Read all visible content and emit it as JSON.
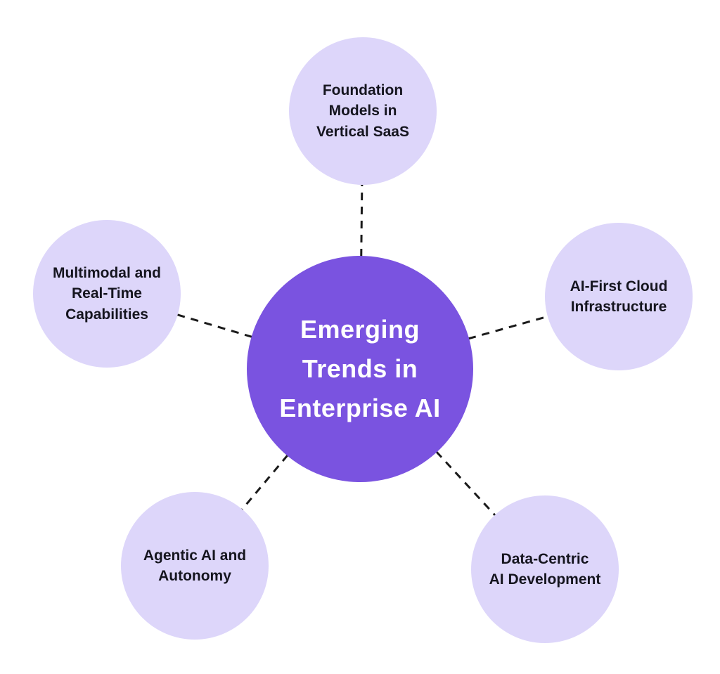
{
  "diagram": {
    "title": "Emerging Trends in Enterprise AI",
    "type": "hub-and-spoke mind map",
    "colors": {
      "background": "#ffffff",
      "center_circle": "#7a53e0",
      "satellite_circle": "#ddd6fa",
      "center_text": "#ffffff",
      "satellite_text": "#15151f",
      "connector": "#1a1a1a"
    },
    "nodes": {
      "center": {
        "label": "Emerging\nTrends in\nEnterprise AI"
      },
      "top": {
        "label": "Foundation\nModels in\nVertical SaaS"
      },
      "right": {
        "label": "AI-First Cloud\nInfrastructure"
      },
      "bottom_right": {
        "label": "Data-Centric\nAI Development"
      },
      "bottom_left": {
        "label": "Agentic AI and\nAutonomy"
      },
      "left": {
        "label": "Multimodal and\nReal-Time\nCapabilities"
      }
    },
    "connections": [
      "center-top",
      "center-right",
      "center-bottom-right",
      "center-bottom-left",
      "center-left"
    ]
  }
}
